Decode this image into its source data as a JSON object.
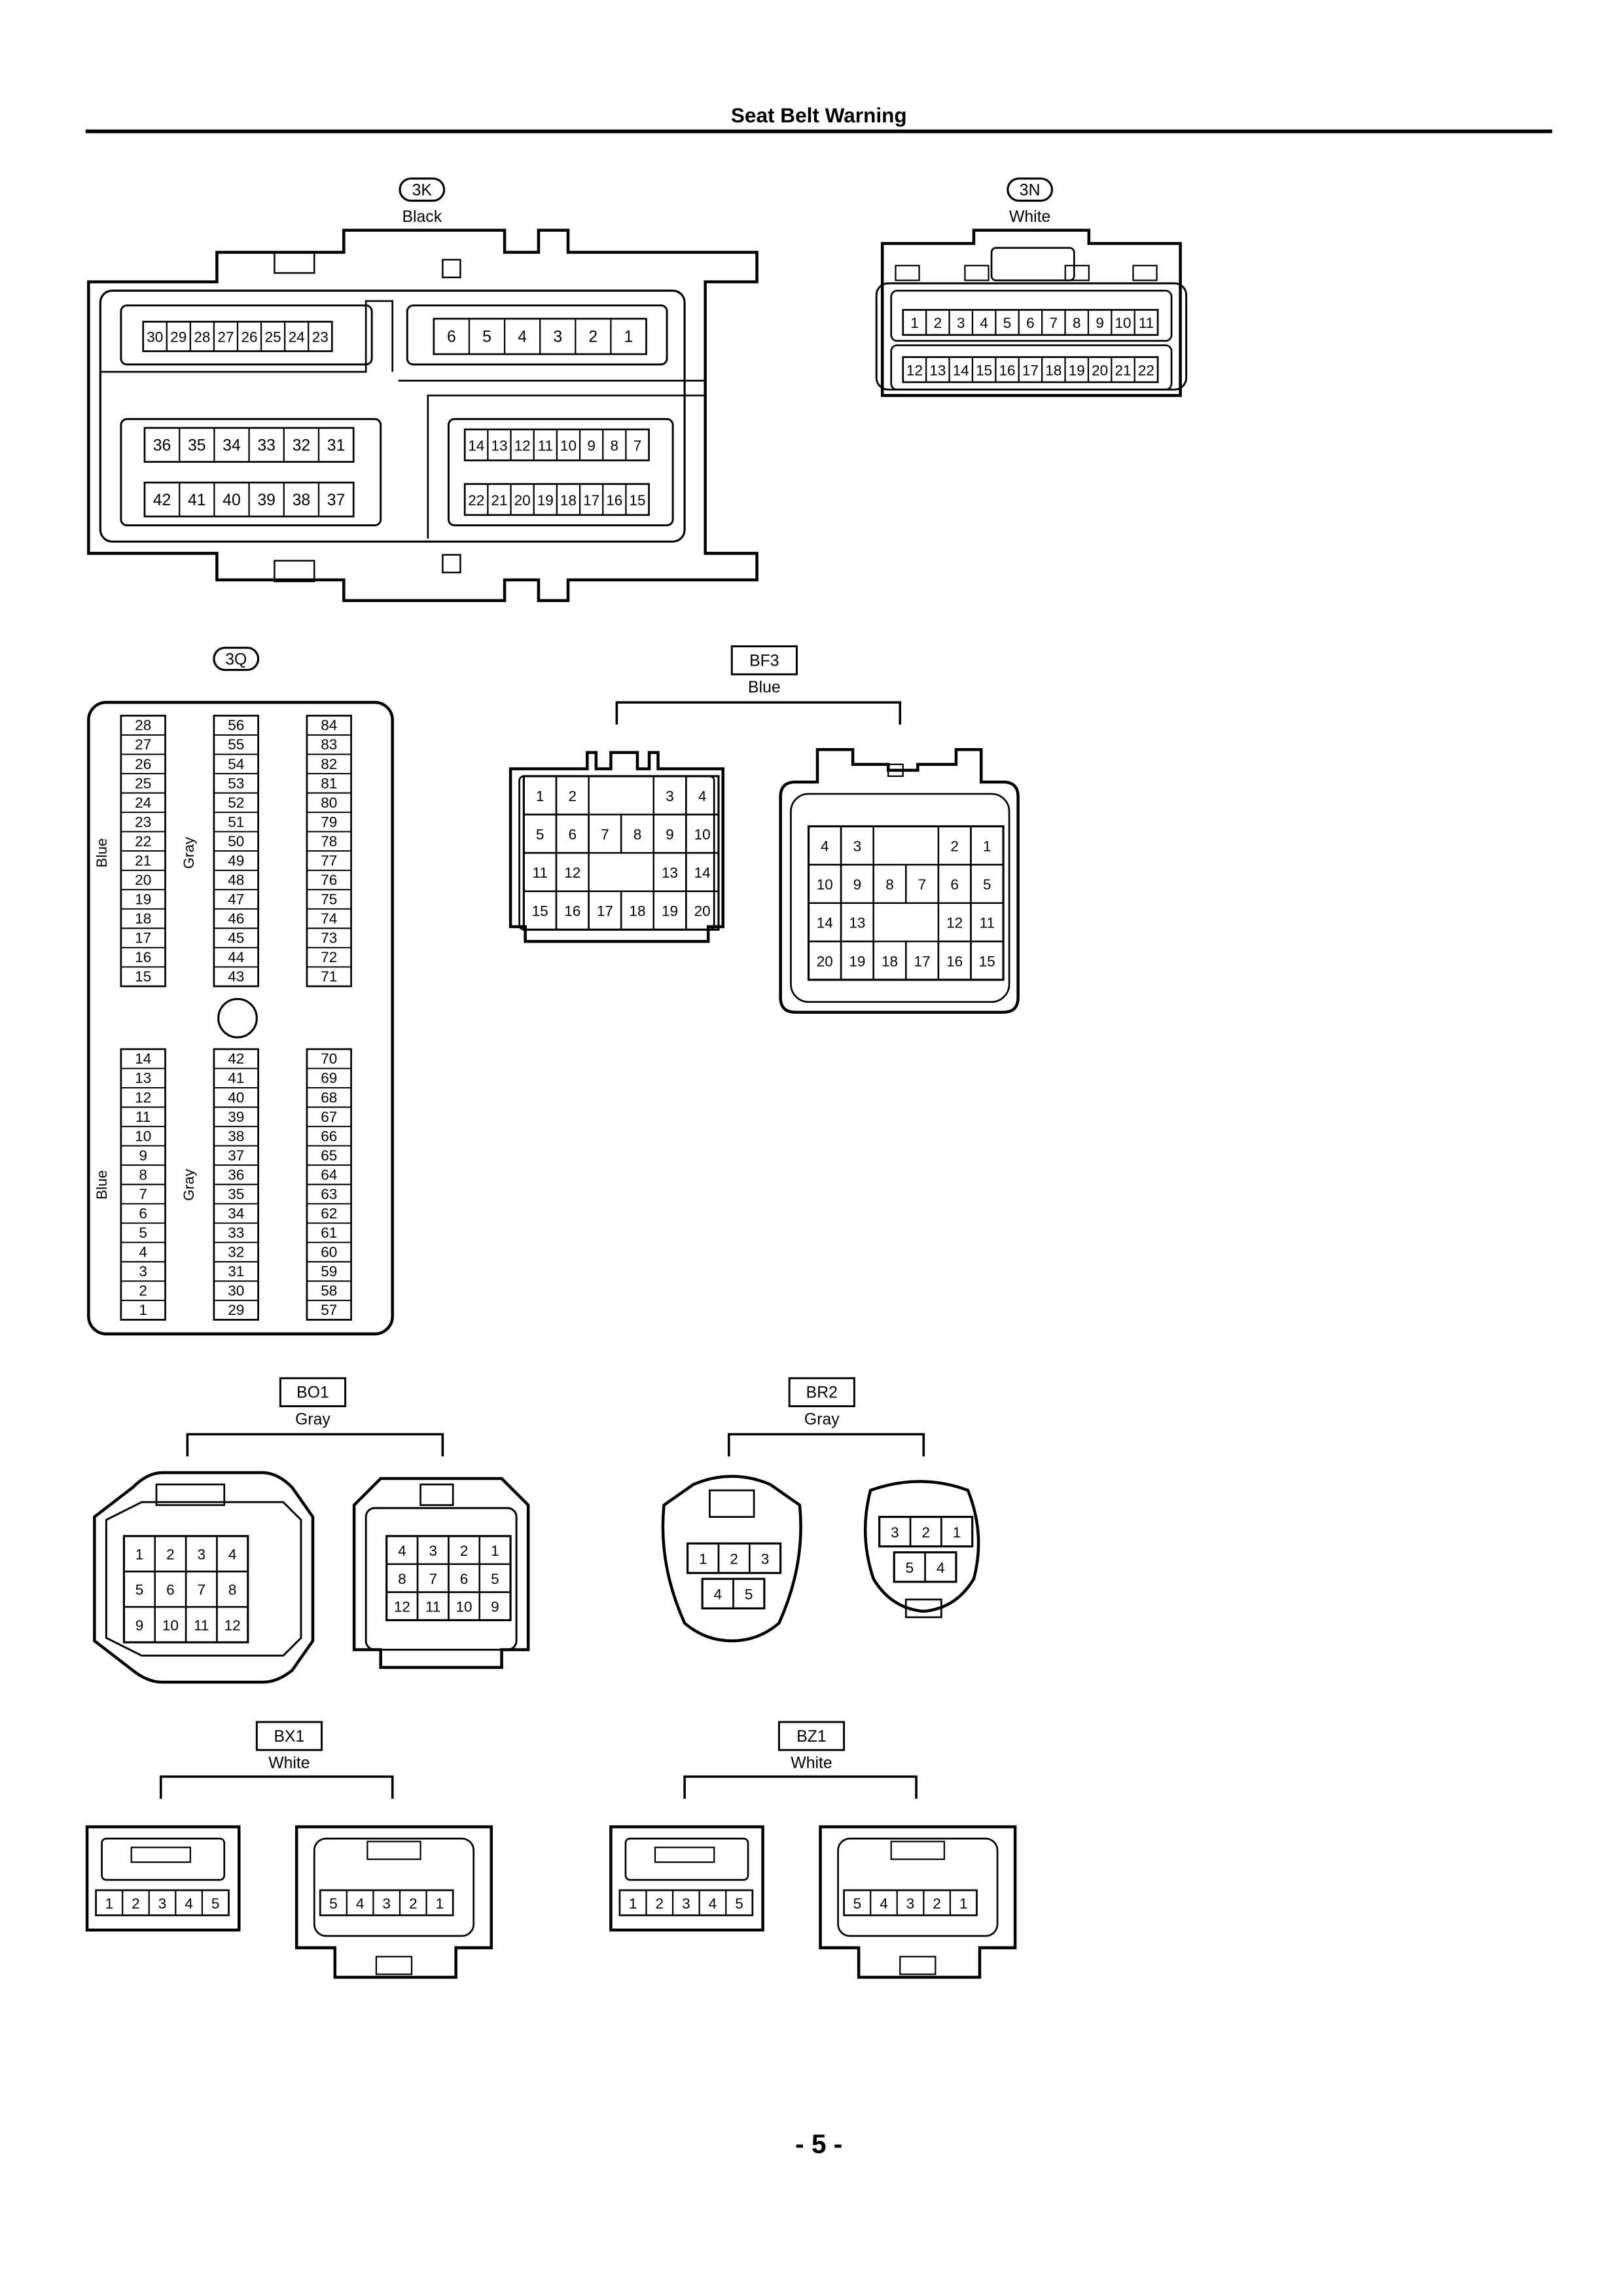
{
  "page": {
    "title": "Seat Belt Warning",
    "page_number": "- 5 -"
  },
  "connectors": {
    "c3K": {
      "code": "3K",
      "color": "Black",
      "row_a": [
        "30",
        "29",
        "28",
        "27",
        "26",
        "25",
        "24",
        "23"
      ],
      "row_b": [
        "6",
        "5",
        "4",
        "3",
        "2",
        "1"
      ],
      "row_c": [
        "36",
        "35",
        "34",
        "33",
        "32",
        "31"
      ],
      "row_d": [
        "42",
        "41",
        "40",
        "39",
        "38",
        "37"
      ],
      "row_e": [
        "14",
        "13",
        "12",
        "11",
        "10",
        "9",
        "8",
        "7"
      ],
      "row_f": [
        "22",
        "21",
        "20",
        "19",
        "18",
        "17",
        "16",
        "15"
      ]
    },
    "c3N": {
      "code": "3N",
      "color": "White",
      "row_top": [
        "1",
        "2",
        "3",
        "4",
        "5",
        "6",
        "7",
        "8",
        "9",
        "10",
        "11"
      ],
      "row_bottom": [
        "12",
        "13",
        "14",
        "15",
        "16",
        "17",
        "18",
        "19",
        "20",
        "21",
        "22"
      ]
    },
    "c3Q": {
      "code": "3Q",
      "side_labels": [
        "Blue",
        "Gray",
        "Blue",
        "Gray"
      ],
      "col1_top": [
        "28",
        "27",
        "26",
        "25",
        "24",
        "23",
        "22",
        "21",
        "20",
        "19",
        "18",
        "17",
        "16",
        "15"
      ],
      "col2_top": [
        "56",
        "55",
        "54",
        "53",
        "52",
        "51",
        "50",
        "49",
        "48",
        "47",
        "46",
        "45",
        "44",
        "43"
      ],
      "col3_top": [
        "84",
        "83",
        "82",
        "81",
        "80",
        "79",
        "78",
        "77",
        "76",
        "75",
        "74",
        "73",
        "72",
        "71"
      ],
      "col1_bottom": [
        "14",
        "13",
        "12",
        "11",
        "10",
        "9",
        "8",
        "7",
        "6",
        "5",
        "4",
        "3",
        "2",
        "1"
      ],
      "col2_bottom": [
        "42",
        "41",
        "40",
        "39",
        "38",
        "37",
        "36",
        "35",
        "34",
        "33",
        "32",
        "31",
        "30",
        "29"
      ],
      "col3_bottom": [
        "70",
        "69",
        "68",
        "67",
        "66",
        "65",
        "64",
        "63",
        "62",
        "61",
        "60",
        "59",
        "58",
        "57"
      ]
    },
    "cBF3": {
      "code": "BF3",
      "color": "Blue",
      "left": [
        [
          "1",
          "2",
          "",
          "",
          "3",
          "4"
        ],
        [
          "5",
          "6",
          "7",
          "8",
          "9",
          "10"
        ],
        [
          "11",
          "12",
          "",
          "",
          "13",
          "14"
        ],
        [
          "15",
          "16",
          "17",
          "18",
          "19",
          "20"
        ]
      ],
      "right": [
        [
          "4",
          "3",
          "",
          "",
          "2",
          "1"
        ],
        [
          "10",
          "9",
          "8",
          "7",
          "6",
          "5"
        ],
        [
          "14",
          "13",
          "",
          "",
          "12",
          "11"
        ],
        [
          "20",
          "19",
          "18",
          "17",
          "16",
          "15"
        ]
      ]
    },
    "cBO1": {
      "code": "BO1",
      "color": "Gray",
      "left": [
        [
          "1",
          "2",
          "3",
          "4"
        ],
        [
          "5",
          "6",
          "7",
          "8"
        ],
        [
          "9",
          "10",
          "11",
          "12"
        ]
      ],
      "right": [
        [
          "4",
          "3",
          "2",
          "1"
        ],
        [
          "8",
          "7",
          "6",
          "5"
        ],
        [
          "12",
          "11",
          "10",
          "9"
        ]
      ]
    },
    "cBR2": {
      "code": "BR2",
      "color": "Gray",
      "left_top": [
        "1",
        "2",
        "3"
      ],
      "left_bottom": [
        "4",
        "5"
      ],
      "right_top": [
        "3",
        "2",
        "1"
      ],
      "right_bottom": [
        "5",
        "4"
      ]
    },
    "cBX1": {
      "code": "BX1",
      "color": "White",
      "left": [
        "1",
        "2",
        "3",
        "4",
        "5"
      ],
      "right": [
        "5",
        "4",
        "3",
        "2",
        "1"
      ]
    },
    "cBZ1": {
      "code": "BZ1",
      "color": "White",
      "left": [
        "1",
        "2",
        "3",
        "4",
        "5"
      ],
      "right": [
        "5",
        "4",
        "3",
        "2",
        "1"
      ]
    }
  }
}
